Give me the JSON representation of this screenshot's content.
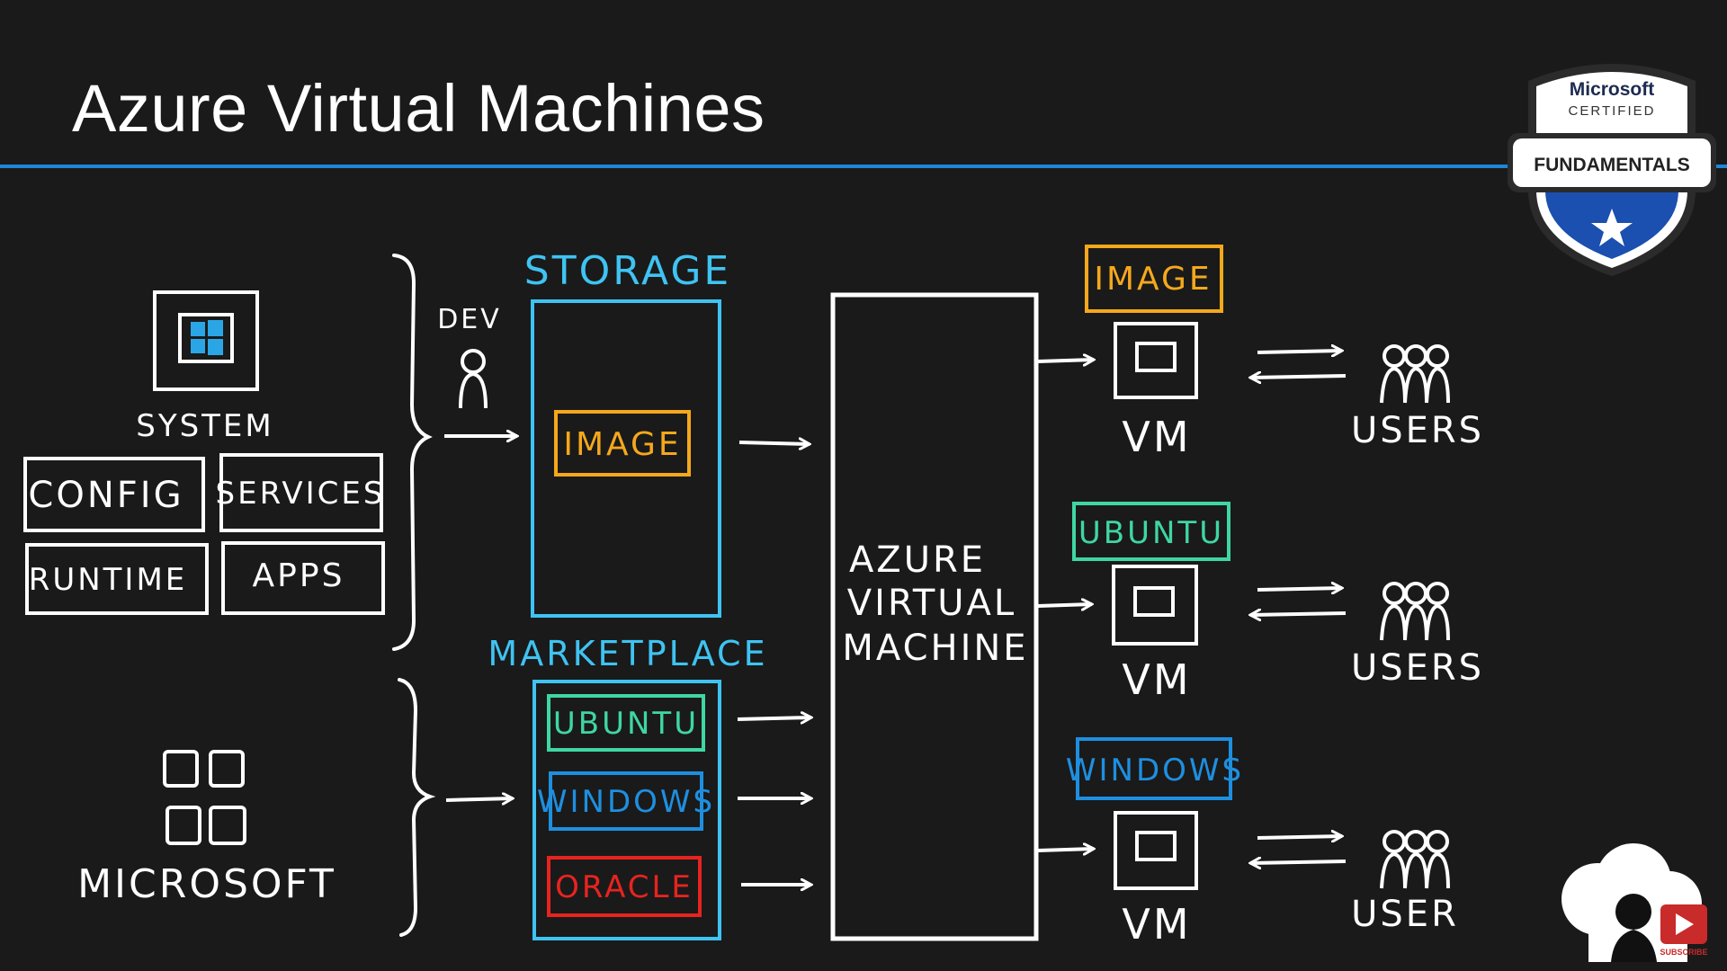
{
  "title": "Azure Virtual Machines",
  "badge": {
    "line1": "Microsoft",
    "line2": "CERTIFIED",
    "line3": "FUNDAMENTALS"
  },
  "left": {
    "system_label": "SYSTEM",
    "boxes": [
      "CONFIG",
      "SERVICES",
      "RUNTIME",
      "APPS"
    ],
    "microsoft_label": "MICROSOFT",
    "dev_label": "DEV"
  },
  "storage": {
    "label": "STORAGE",
    "image": "IMAGE"
  },
  "marketplace": {
    "label": "MARKETPLACE",
    "items": [
      "UBUNTU",
      "WINDOWS",
      "ORACLE"
    ]
  },
  "azure_vm": {
    "line1": "AZURE",
    "line2": "VIRTUAL",
    "line3": "MACHINE"
  },
  "vms": [
    {
      "tag": "IMAGE",
      "vm": "VM",
      "users": "USERS"
    },
    {
      "tag": "UBUNTU",
      "vm": "VM",
      "users": "USERS"
    },
    {
      "tag": "WINDOWS",
      "vm": "VM",
      "users": "USER"
    }
  ],
  "subscribe": "SUBSCRIBE",
  "colors": {
    "accent_rule": "#1e86d8",
    "storage": "#3fc3f2",
    "image": "#f5a81c",
    "ubuntu": "#3fd6a4",
    "windows": "#1e8fe0",
    "oracle": "#e8231f",
    "badge_blue": "#1b4fb0"
  }
}
